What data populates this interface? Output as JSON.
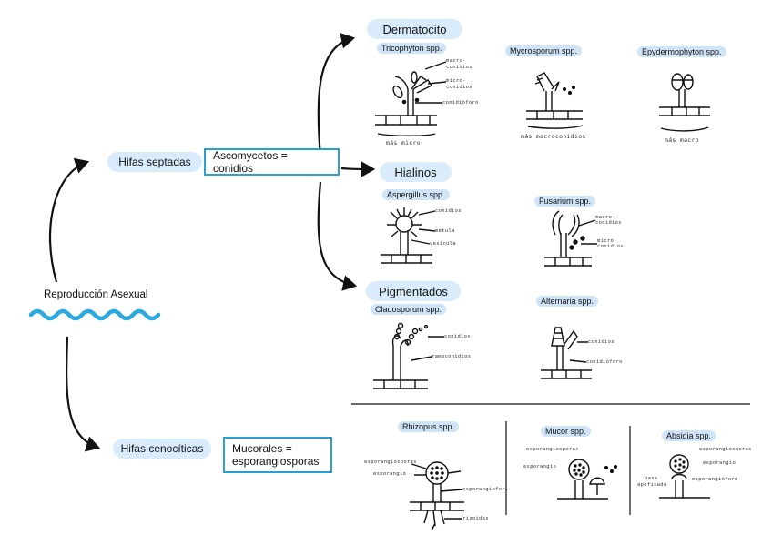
{
  "root": {
    "label": "Reproducción Asexual"
  },
  "branches": {
    "septate": {
      "label": "Hifas septadas",
      "box": "Ascomycetos = conidios"
    },
    "coenocytic": {
      "label": "Hifas cenocíticas",
      "box_line1": "Mucorales =",
      "box_line2": "esporangiosporas"
    }
  },
  "groups": {
    "dermatocito": "Dermatocito",
    "hialinos": "Hialinos",
    "pigmentados": "Pigmentados"
  },
  "species": {
    "tricophyton": "Tricophyton spp.",
    "mycrosporum": "Mycrosporum spp.",
    "epydermophyton": "Epydermophyton spp.",
    "aspergillus": "Aspergillus spp.",
    "fusarium": "Fusarium spp.",
    "cladosporum": "Cladosporum spp.",
    "alternaria": "Alternaria spp.",
    "rhizopus": "Rhizopus spp.",
    "mucor": "Mucor spp.",
    "absidia": "Absidia spp."
  },
  "annotations": {
    "tric_macro": "macro-",
    "tric_conidios": "conidios",
    "tric_micro": "micro-",
    "tric_conidios2": "conidios",
    "tric_conidioforo": "conidióforo",
    "tric_caption": "más micro",
    "myc_caption": "más macroconidios",
    "epy_caption": "más macro",
    "asp_conidios": "conidios",
    "asp_metula": "métula",
    "asp_vesicula": "vesícula",
    "fus_macro": "macro-",
    "fus_conidios": "conidios",
    "fus_micro": "micro-",
    "fus_conidios2": "conidios",
    "clad_conidios": "conidios",
    "clad_ramo": "ramoconidios",
    "alt_conidios": "conidios",
    "alt_conidioforo": "conidióforo",
    "rhi_esporangiosporas": "esporangiosporas",
    "rhi_esporangio": "esporangio",
    "rhi_esporangioforo": "esporangiofor.",
    "rhi_rizoides": "rizoides",
    "muc_esporangiosporas": "esporangiosporas",
    "muc_esporangio": "esporangio",
    "abs_esporangiosporas": "esporangiosporas",
    "abs_esporangio": "esporangio",
    "abs_base1": "base",
    "abs_base2": "apofisada",
    "abs_esporangioforo": "esporangióforo"
  },
  "colors": {
    "pill": "#d8ecfb",
    "box_border": "#2a9fd6",
    "wave": "#29a9e0"
  }
}
